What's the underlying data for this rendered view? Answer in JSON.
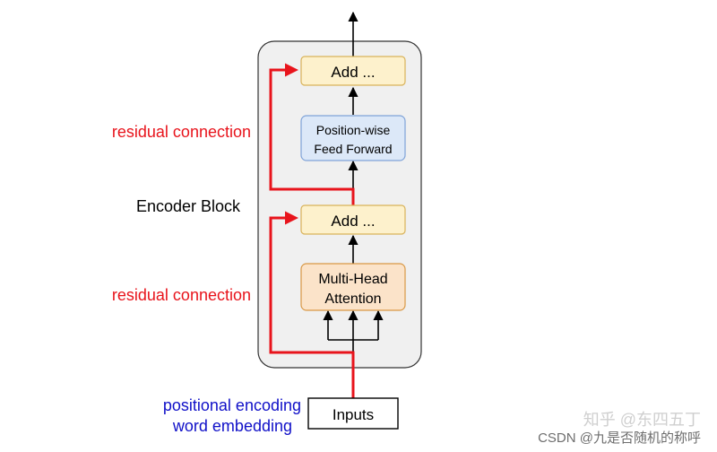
{
  "diagram": {
    "block_label": "Encoder Block",
    "add_top_label": "Add ...",
    "ffn_line1": "Position-wise",
    "ffn_line2": "Feed Forward",
    "add_bottom_label": "Add ...",
    "mha_line1": "Multi-Head",
    "mha_line2": "Attention",
    "inputs_label": "Inputs",
    "residual_label_top": "residual connection",
    "residual_label_bottom": "residual connection",
    "encoding_line1": "positional encoding",
    "encoding_line2": "word embedding",
    "colors": {
      "residual": "#e8141c",
      "encoding_text": "#1010c8",
      "add_fill": "#fdf1cc",
      "add_stroke": "#d9b25a",
      "ffn_fill": "#dce8f8",
      "ffn_stroke": "#7fa3d8",
      "mha_fill": "#fbe3c9",
      "mha_stroke": "#d99845",
      "block_fill": "#f0f0f0",
      "block_stroke": "#333333"
    }
  },
  "watermark": {
    "line1": "知乎 @东四五丁",
    "line2": "CSDN @九是否随机的称呼"
  }
}
